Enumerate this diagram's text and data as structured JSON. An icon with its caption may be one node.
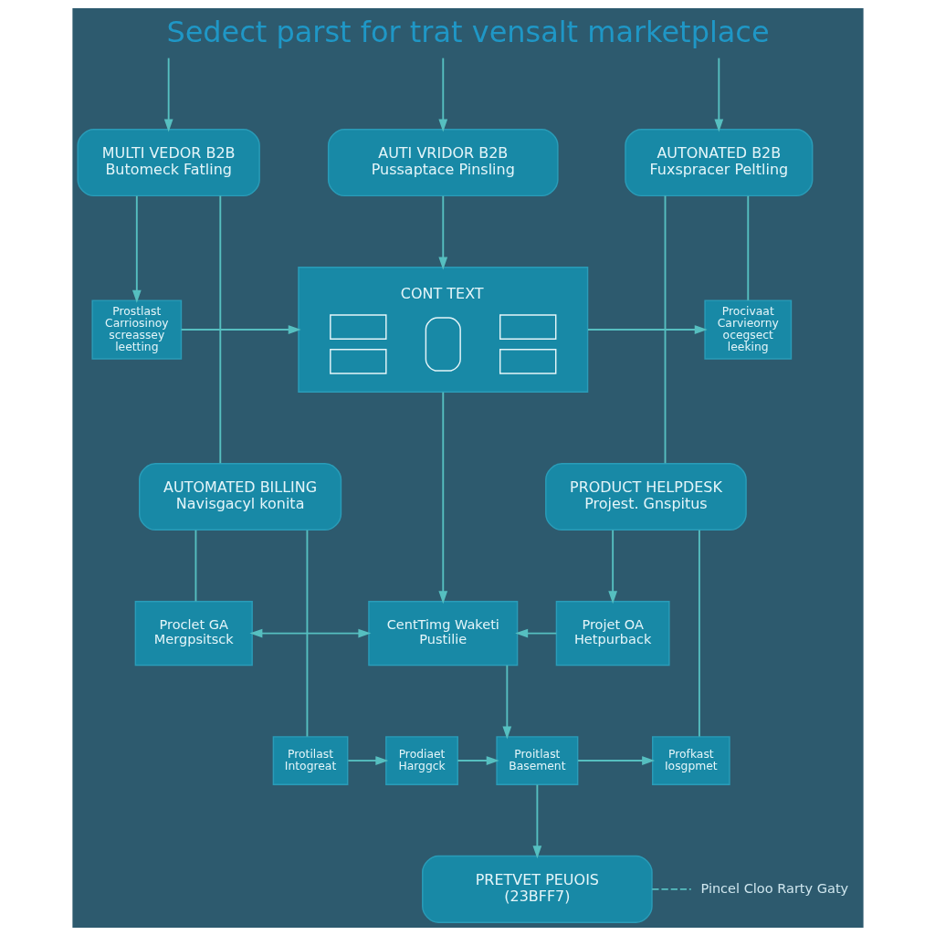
{
  "diagram": {
    "title": "Sedect parst for trat vensalt marketplace",
    "nodes": [
      {
        "text": [
          "MULTI VEDOR B2B",
          "Butomeck Fatling"
        ]
      },
      {
        "text": [
          "AUTI VRIDOR B2B",
          "Pussaptace Pinsling"
        ]
      },
      {
        "text": [
          "AUTONATED B2B",
          "Fuxspracer Peltling"
        ]
      },
      {
        "text": [
          "Prostlast Carriosinoy screassey leetting"
        ]
      },
      {
        "text": [
          "CONT TEXT"
        ]
      },
      {
        "text": [
          "Procivaat Carvieorny ocegsect leeking"
        ]
      },
      {
        "text": [
          "AUTOMATED BILLING",
          "Navisgacyl konita"
        ]
      },
      {
        "text": [
          "PRODUCT HELPDESK",
          "Projest. Gnspitus"
        ]
      },
      {
        "text": [
          "Proclet GA Mergpsitsck"
        ]
      },
      {
        "text": [
          "CentTimg Waketi Pustilie"
        ]
      },
      {
        "text": [
          "Projet OA Hetpurback"
        ]
      },
      {
        "text": [
          "Protilast Intogreat"
        ]
      },
      {
        "text": [
          "Prodiaet Harggck"
        ]
      },
      {
        "text": [
          "Proitlast Basement"
        ]
      },
      {
        "text": [
          "Profkast Iosgpmet"
        ]
      },
      {
        "text": [
          "PRETVET PEUOIS (23BFF7)"
        ]
      },
      {
        "text": [
          "Pincel Cloo Rarty Gaty"
        ]
      }
    ],
    "edges": [
      {
        "from": null,
        "to": 0,
        "arrow": "to"
      },
      {
        "from": null,
        "to": 1,
        "arrow": "to"
      },
      {
        "from": null,
        "to": 2,
        "arrow": "to"
      },
      {
        "from": 0,
        "to": 6,
        "arrow": "none"
      },
      {
        "from": 0,
        "to": 3,
        "arrow": "to"
      },
      {
        "from": 1,
        "to": 4,
        "arrow": "to"
      },
      {
        "from": 3,
        "to": 4,
        "arrow": "to"
      },
      {
        "from": 4,
        "to": 5,
        "arrow": "to"
      },
      {
        "from": 2,
        "to": 5,
        "arrow": "none"
      },
      {
        "from": 2,
        "to": 7,
        "arrow": "none"
      },
      {
        "from": 4,
        "to": 9,
        "arrow": "to"
      },
      {
        "from": 8,
        "to": 9,
        "arrow": "both"
      },
      {
        "from": 10,
        "to": 9,
        "arrow": "to"
      },
      {
        "from": 6,
        "to": 8,
        "arrow": "none"
      },
      {
        "from": 7,
        "to": 10,
        "arrow": "to"
      },
      {
        "from": 6,
        "to": 11,
        "arrow": "none"
      },
      {
        "from": 11,
        "to": 12,
        "arrow": "to"
      },
      {
        "from": 12,
        "to": 13,
        "arrow": "to"
      },
      {
        "from": 9,
        "to": 13,
        "arrow": "to"
      },
      {
        "from": 13,
        "to": 14,
        "arrow": "to"
      },
      {
        "from": 7,
        "to": 14,
        "arrow": "none"
      },
      {
        "from": 13,
        "to": 15,
        "arrow": "to"
      },
      {
        "from": 15,
        "to": 16,
        "arrow": "none",
        "style": "dashed"
      }
    ]
  }
}
